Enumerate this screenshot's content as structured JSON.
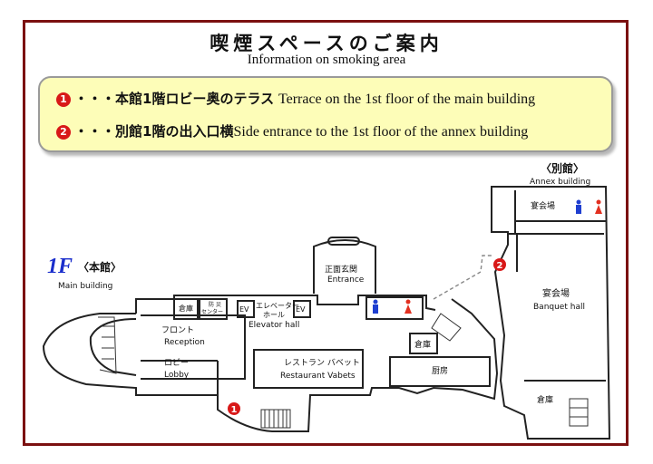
{
  "title": "喫煙スペースのご案内",
  "subtitle": "Information on smoking area",
  "legend": {
    "items": [
      {
        "marker": "1",
        "dots": "・・・",
        "jp": "本館1階ロビー奥のテラス",
        "en": "Terrace on the 1st floor of the main building"
      },
      {
        "marker": "2",
        "dots": "・・・",
        "jp": "別館1階の出入口横",
        "en": "Side entrance to the 1st floor of the annex building"
      }
    ]
  },
  "main_building": {
    "floor": "1F",
    "jp": "〈本館〉",
    "en": "Main building"
  },
  "annex_building": {
    "jp": "〈別館〉",
    "en": "Annex building"
  },
  "rooms": {
    "storage1": "倉庫",
    "disaster_center_1": "防",
    "disaster_center_2": "災",
    "disaster_center_3": "センター",
    "ev": "EV",
    "elevator_hall_jp": "エレベーター",
    "elevator_hall_jp2": "ホール",
    "elevator_hall_en": "Elevator hall",
    "entrance_jp": "正面玄関",
    "entrance_en": "Entrance",
    "front_jp": "フロント",
    "front_en": "Reception",
    "lobby_jp": "ロビー",
    "lobby_en": "Lobby",
    "restaurant_jp": "レストラン バベット",
    "restaurant_en": "Restaurant Vabets",
    "storage2": "倉庫",
    "kitchen": "厨房",
    "banquet_small": "宴会場",
    "banquet_jp": "宴会場",
    "banquet_en": "Banquet hall",
    "storage3": "倉庫"
  },
  "markers": {
    "one": "1",
    "two": "2"
  },
  "colors": {
    "frame": "#7b1010",
    "legend_bg": "#fdfdb8",
    "marker": "#d81818",
    "male_icon": "#1f3fd0",
    "female_icon": "#e23020",
    "building_label": "#1a2ecc"
  },
  "icons": [
    "toilet-male-icon",
    "toilet-female-icon",
    "stairs-icon"
  ]
}
